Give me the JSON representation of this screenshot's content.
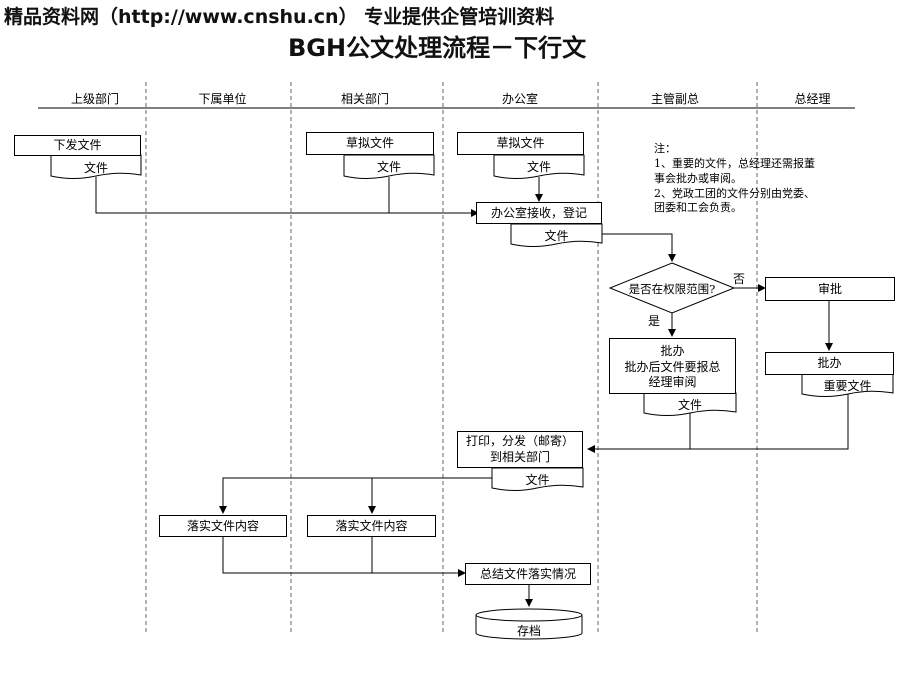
{
  "watermark": "精品资料网（http://www.cnshu.cn） 专业提供企管培训资料",
  "title": "BGH公文处理流程－下行文",
  "lanes": [
    "上级部门",
    "下属单位",
    "相关部门",
    "办公室",
    "主管副总",
    "总经理"
  ],
  "nodes": {
    "issue": "下发文件",
    "issue_doc": "文件",
    "draft1": "草拟文件",
    "draft1_doc": "文件",
    "draft2": "草拟文件",
    "draft2_doc": "文件",
    "receive": "办公室接收，登记",
    "receive_doc": "文件",
    "decision": "是否在权限范围?",
    "yes": "是",
    "no": "否",
    "approve_ceo": "审批",
    "handle_vp_1": "批办",
    "handle_vp_2": "批办后文件要报总",
    "handle_vp_3": "经理审阅",
    "handle_vp_doc": "文件",
    "handle_ceo": "批办",
    "handle_ceo_doc": "重要文件",
    "print_1": "打印，分发（邮寄）",
    "print_2": "到相关部门",
    "print_doc": "文件",
    "impl1": "落实文件内容",
    "impl2": "落实文件内容",
    "summary": "总结文件落实情况",
    "archive": "存档"
  },
  "note": {
    "head": "注：",
    "line1": "1、重要的文件，总经理还需报董",
    "line2": "事会批办或审阅。",
    "line3": "2、党政工团的文件分别由党委、",
    "line4": "团委和工会负责。"
  }
}
